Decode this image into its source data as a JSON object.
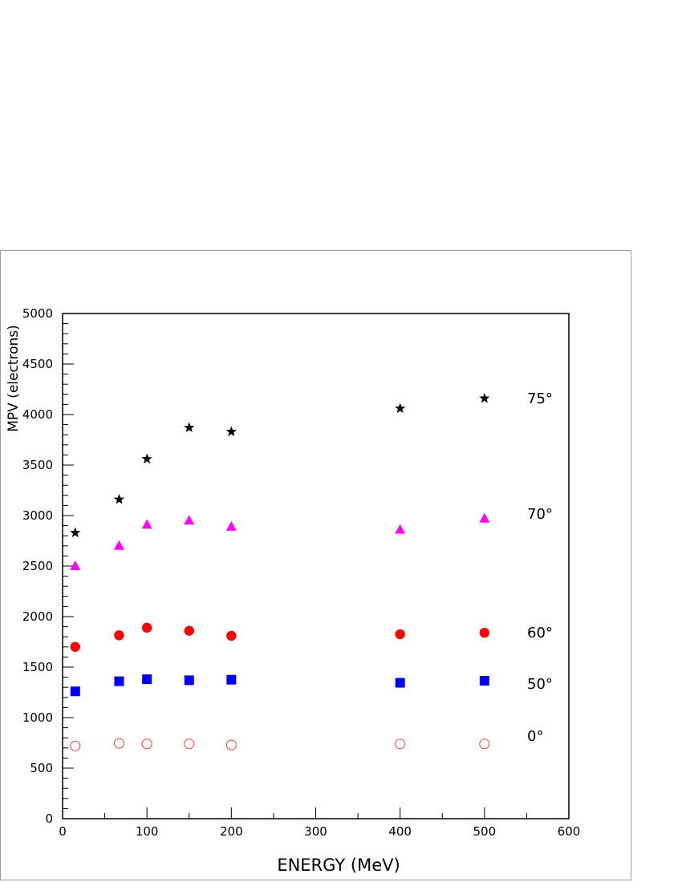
{
  "chart_data": {
    "type": "scatter",
    "title": "",
    "xlabel": "ENERGY (MeV)",
    "ylabel": "MPV (electrons)",
    "xlim": [
      0,
      600
    ],
    "ylim": [
      0,
      5000
    ],
    "x_ticks": [
      0,
      100,
      200,
      300,
      400,
      500,
      600
    ],
    "y_ticks": [
      0,
      500,
      1000,
      1500,
      2000,
      2500,
      3000,
      3500,
      4000,
      4500,
      5000
    ],
    "grid": false,
    "x": [
      15,
      67,
      100,
      150,
      200,
      400,
      500
    ],
    "series": [
      {
        "name": "75°",
        "marker": "star",
        "color": "#000000",
        "values": [
          2830,
          3160,
          3560,
          3870,
          3830,
          4060,
          4160
        ]
      },
      {
        "name": "70°",
        "marker": "triangle",
        "color": "#ff00ff",
        "values": [
          2500,
          2700,
          2910,
          2950,
          2890,
          2860,
          2970
        ]
      },
      {
        "name": "60°",
        "marker": "circle",
        "color": "#ff0000",
        "values": [
          1700,
          1815,
          1890,
          1860,
          1810,
          1825,
          1840
        ]
      },
      {
        "name": "50°",
        "marker": "square",
        "color": "#0000ff",
        "values": [
          1260,
          1360,
          1380,
          1370,
          1375,
          1345,
          1365
        ]
      },
      {
        "name": "0°",
        "marker": "open-circle",
        "color": "#ff4444",
        "values": [
          720,
          745,
          740,
          740,
          730,
          740,
          740
        ]
      }
    ]
  }
}
